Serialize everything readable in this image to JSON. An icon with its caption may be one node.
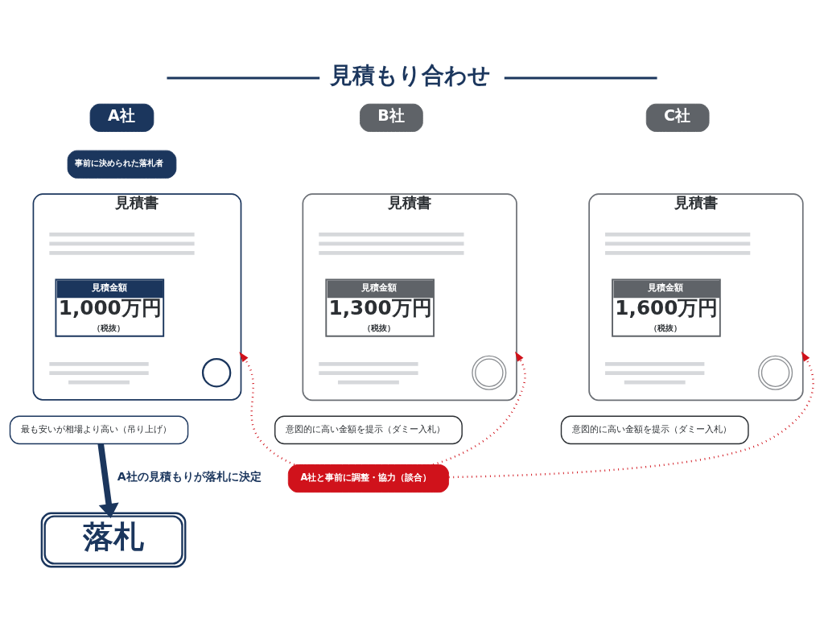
{
  "diagram": {
    "title": "見積もり合わせ",
    "nodes": [
      {
        "text": [
          "A社"
        ]
      },
      {
        "text": [
          "B社"
        ]
      },
      {
        "text": [
          "C社"
        ]
      },
      {
        "text": [
          "事前に決められた落札者"
        ]
      },
      {
        "text": [
          "見積書"
        ]
      },
      {
        "text": [
          "見積金額",
          "1,000万円",
          "（税抜）"
        ],
        "in": 4
      },
      {
        "text": [],
        "shape": "circle",
        "in": 4
      },
      {
        "text": [
          "見積書"
        ]
      },
      {
        "text": [
          "見積金額",
          "1,300万円",
          "（税抜）"
        ],
        "in": 7
      },
      {
        "text": [],
        "shape": "circle",
        "in": 7
      },
      {
        "text": [
          "見積書"
        ]
      },
      {
        "text": [
          "見積金額",
          "1,600万円",
          "（税抜）"
        ],
        "in": 10
      },
      {
        "text": [],
        "shape": "circle",
        "in": 10
      },
      {
        "text": [
          "最も安いが相場より高い（吊り上げ）"
        ]
      },
      {
        "text": [
          "意図的に高い金額を提示（ダミー入札）"
        ]
      },
      {
        "text": [
          "意図的に高い金額を提示（ダミー入札）"
        ]
      },
      {
        "text": [
          "A社と事前に調整・協力（談合）"
        ]
      },
      {
        "text": [
          "落札"
        ]
      }
    ],
    "edges": [
      {
        "from": 16,
        "to": 4,
        "arrow": "to",
        "style": "dashed",
        "color": "#d0121b"
      },
      {
        "from": 16,
        "to": 7,
        "arrow": "to",
        "style": "dashed",
        "color": "#d0121b"
      },
      {
        "from": 16,
        "to": 10,
        "arrow": "to",
        "style": "dashed",
        "color": "#d0121b"
      },
      {
        "from": 13,
        "to": 17,
        "arrow": "to",
        "label": "A社の見積もりが落札に決定",
        "style": "thick",
        "color": "#1b365d"
      }
    ]
  }
}
